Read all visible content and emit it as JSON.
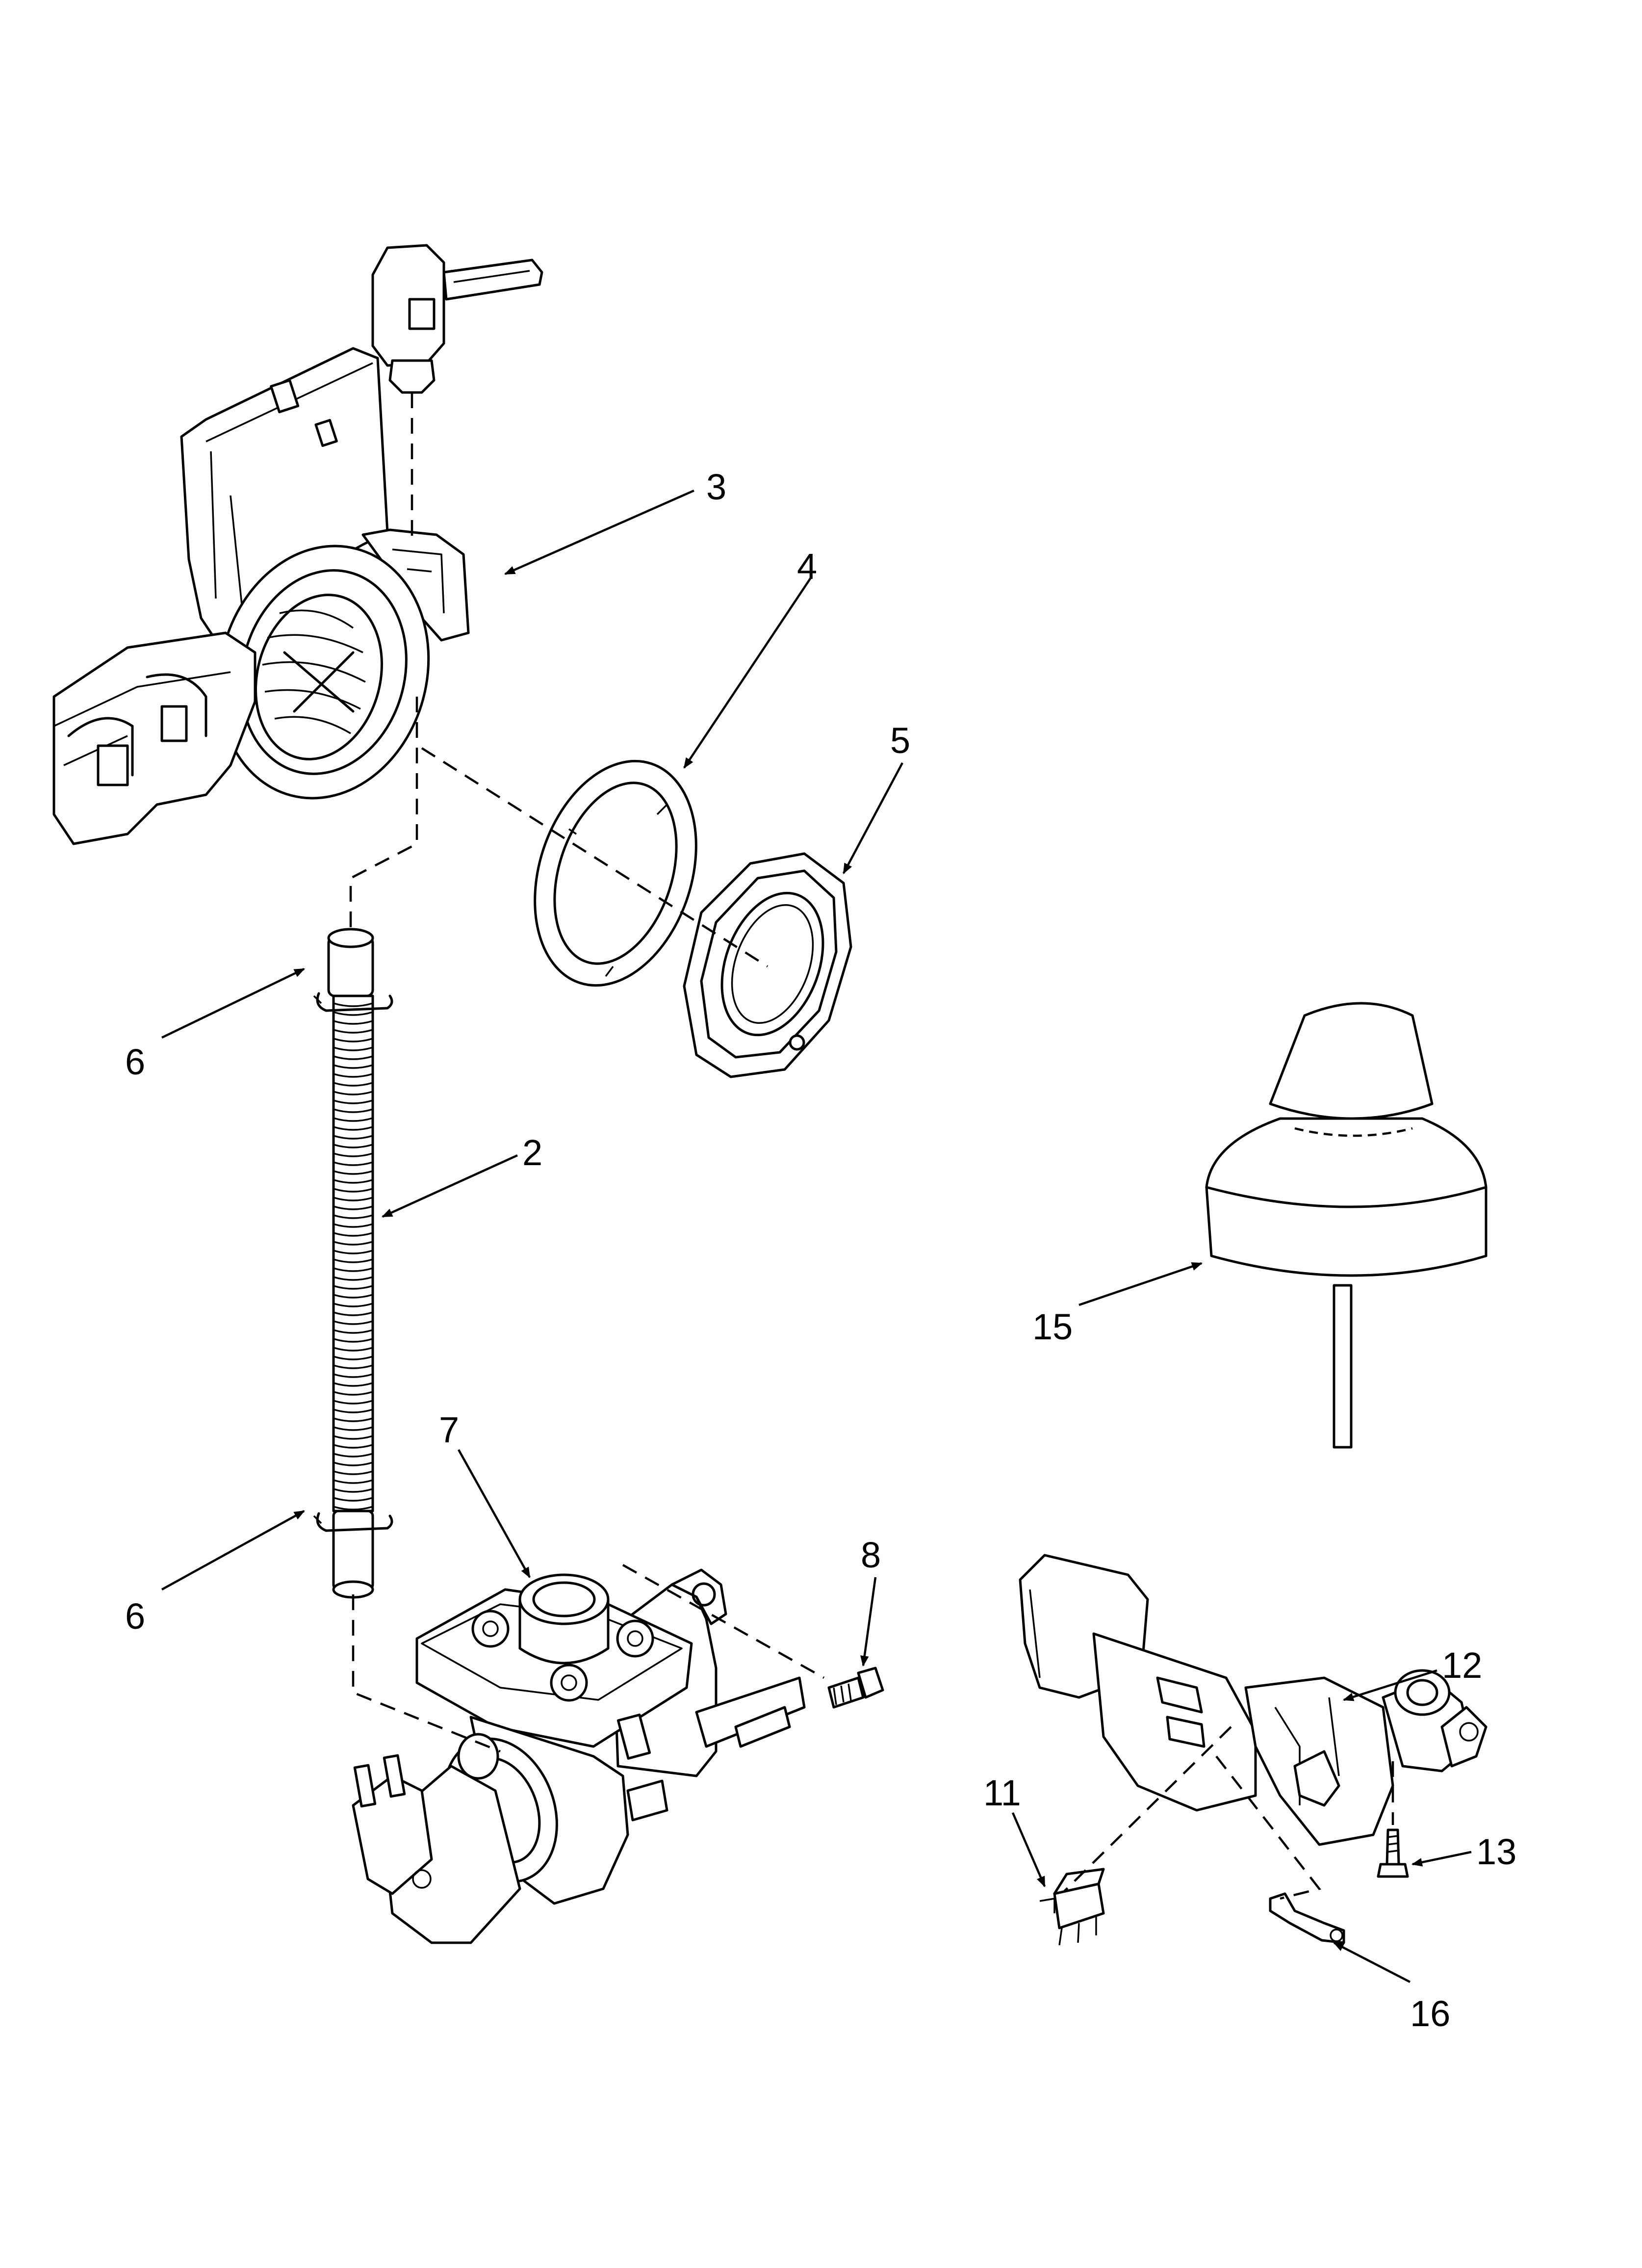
{
  "parts": [
    {
      "id": "part-2",
      "label": "2",
      "name": "corrugated hose"
    },
    {
      "id": "part-3",
      "label": "3",
      "name": "inlet housing"
    },
    {
      "id": "part-4",
      "label": "4",
      "name": "flat gasket"
    },
    {
      "id": "part-5",
      "label": "5",
      "name": "hex nut"
    },
    {
      "id": "part-6a",
      "label": "6",
      "name": "hose clamp upper"
    },
    {
      "id": "part-6b",
      "label": "6",
      "name": "hose clamp lower"
    },
    {
      "id": "part-7",
      "label": "7",
      "name": "inlet valve"
    },
    {
      "id": "part-8",
      "label": "8",
      "name": "screw"
    },
    {
      "id": "part-11",
      "label": "11",
      "name": "micro switch"
    },
    {
      "id": "part-12",
      "label": "12",
      "name": "float switch bracket"
    },
    {
      "id": "part-13",
      "label": "13",
      "name": "screw"
    },
    {
      "id": "part-15",
      "label": "15",
      "name": "float"
    },
    {
      "id": "part-16",
      "label": "16",
      "name": "lever"
    }
  ]
}
